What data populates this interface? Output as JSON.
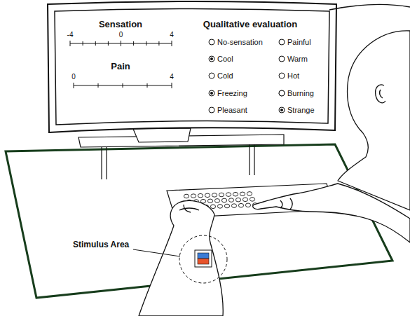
{
  "diagram": {
    "nodes": [
      {
        "text": [
          "Sensation",
          "Pain",
          "Qualitative evaluation"
        ]
      }
    ],
    "labels": [
      "-4",
      "0",
      "4",
      "0",
      "4",
      "No-sensation",
      "Painful",
      "Cool",
      "Warm",
      "Cold",
      "Hot",
      "Freezing",
      "Burning",
      "Pleasant",
      "Strange",
      "Stimulus Area"
    ]
  }
}
